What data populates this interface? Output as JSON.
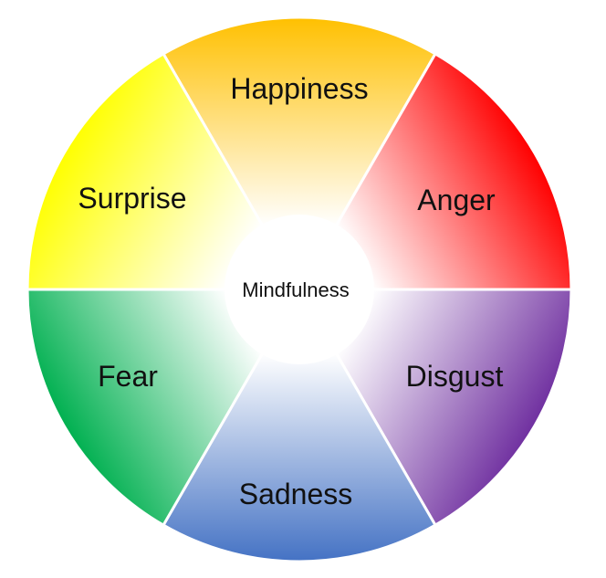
{
  "center": {
    "label": "Mindfulness"
  },
  "segments": [
    {
      "id": "happiness",
      "label": "Happiness",
      "color_outer": "#FFC000",
      "color_inner": "#FFFFFF"
    },
    {
      "id": "anger",
      "label": "Anger",
      "color_outer": "#FF0000",
      "color_inner": "#FFFFFF"
    },
    {
      "id": "disgust",
      "label": "Disgust",
      "color_outer": "#7030A0",
      "color_inner": "#FFFFFF"
    },
    {
      "id": "sadness",
      "label": "Sadness",
      "color_outer": "#4472C4",
      "color_inner": "#FFFFFF"
    },
    {
      "id": "fear",
      "label": "Fear",
      "color_outer": "#00B050",
      "color_inner": "#FFFFFF"
    },
    {
      "id": "surprise",
      "label": "Surprise",
      "color_outer": "#FFFF00",
      "color_inner": "#FFFFFF"
    }
  ]
}
